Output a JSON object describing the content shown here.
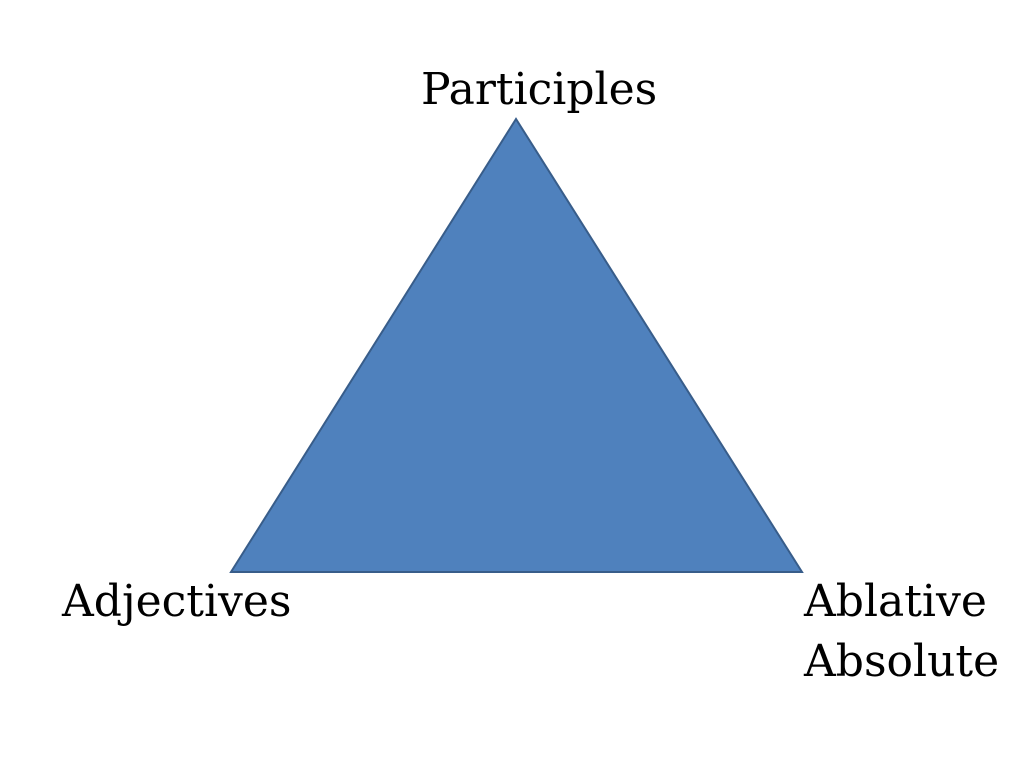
{
  "diagram": {
    "shape": "triangle",
    "fill_color": "#4F81BD",
    "stroke_color": "#385D8A",
    "vertices": {
      "top": "Participles",
      "bottom_left": "Adjectives",
      "bottom_right_line1": "Ablative",
      "bottom_right_line2": "Absolute"
    }
  }
}
